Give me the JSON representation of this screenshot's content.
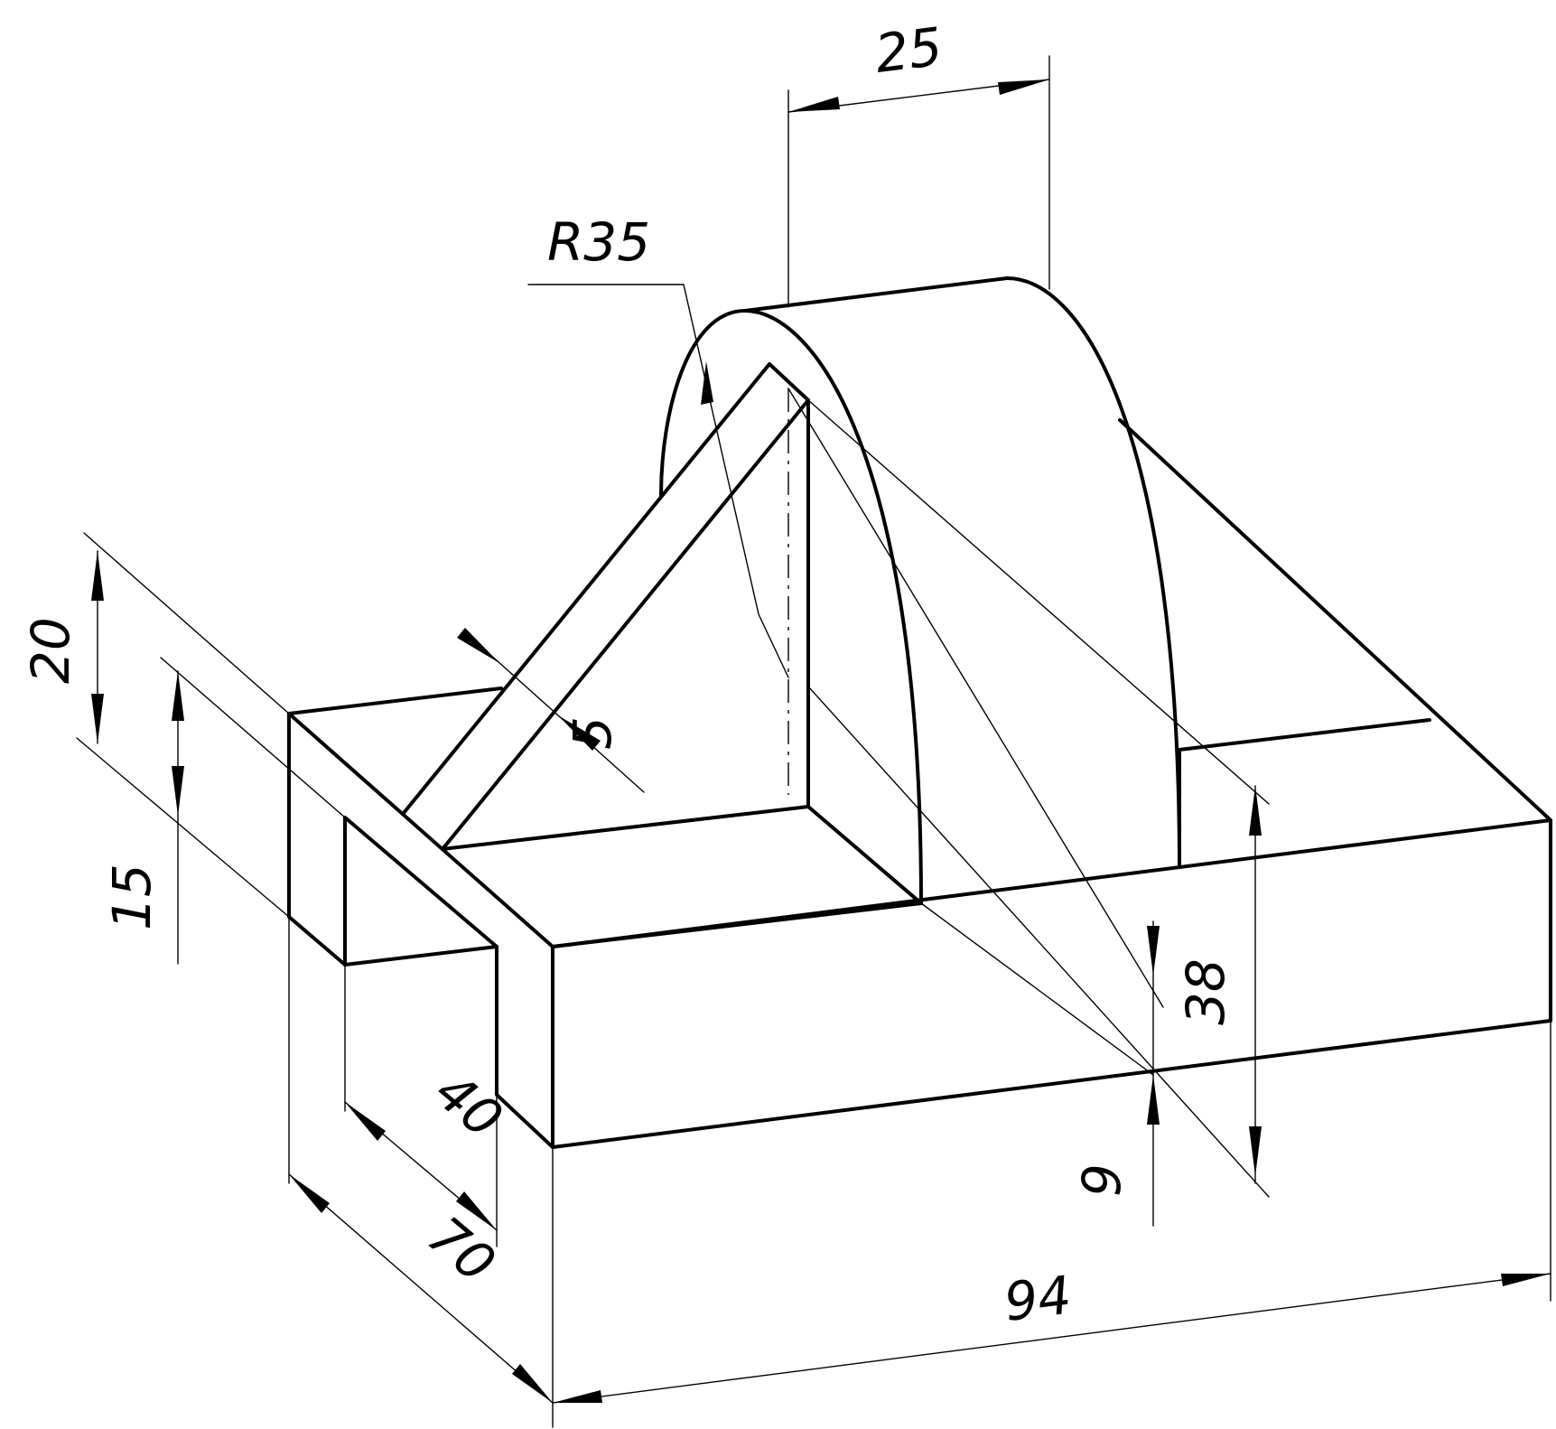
{
  "colors": {
    "line": "#000000",
    "background": "#ffffff"
  },
  "dimensions": {
    "width_25": "25",
    "radius": "R35",
    "height_20": "20",
    "height_15": "15",
    "thickness_5": "5",
    "height_38": "38",
    "height_9": "9",
    "depth_40": "40",
    "depth_70": "70",
    "length_94": "94"
  }
}
